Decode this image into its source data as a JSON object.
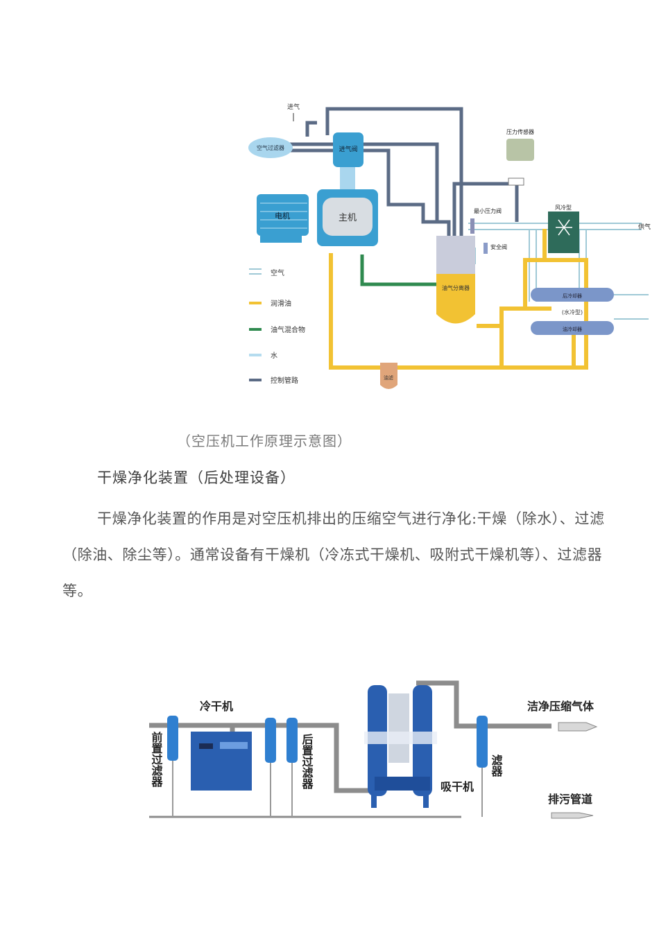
{
  "figure1": {
    "labels": {
      "intake": "进气",
      "air_filter": "空气过滤器",
      "intake_valve": "进气阀",
      "motor": "电机",
      "main_unit": "主机",
      "pressure_sensor": "压力传感器",
      "min_pressure_valve": "最小压力阀",
      "safety_valve": "安全阀",
      "separator": "油气分离器",
      "air_cooled": "风冷型",
      "supply_air": "供气",
      "after_cooler": "后冷却器",
      "water_cooled": "(水冷型)",
      "oil_cooler": "油冷却器",
      "oil_filter": "油滤"
    },
    "legend": [
      {
        "label": "空气",
        "color": "#9fc9d6",
        "style": "double"
      },
      {
        "label": "润滑油",
        "color": "#f2c233",
        "style": "solid"
      },
      {
        "label": "油气混合物",
        "color": "#2f8a4f",
        "style": "solid"
      },
      {
        "label": "水",
        "color": "#b5dcef",
        "style": "solid"
      },
      {
        "label": "控制管路",
        "color": "#5b6b85",
        "style": "solid"
      }
    ],
    "colors": {
      "control": "#5b6b85",
      "oil": "#f2c233",
      "mix": "#2f8a4f",
      "air": "#9fc9d6",
      "unit_blue": "#3a9fd1",
      "cooler_blue": "#7b96c9",
      "fan_green": "#2e6b5a",
      "sensor": "#b8c4a6",
      "oil_filter": "#e0a57a"
    }
  },
  "caption": "（空压机工作原理示意图）",
  "section_heading": "干燥净化装置（后处理设备）",
  "paragraph": "干燥净化装置的作用是对空压机排出的压缩空气进行净化:干燥（除水）、过滤（除油、除尘等）。通常设备有干燥机（冷冻式干燥机、吸附式干燥机等）、过滤器等。",
  "figure2": {
    "labels": {
      "pre_filter": "前置过滤器",
      "refrigerated_dryer": "冷干机",
      "post_filter": "后置过滤器",
      "adsorption_dryer": "吸干机",
      "final_filter_visible": "滤器",
      "clean_air": "洁净压缩气体",
      "drain": "排污管道"
    },
    "colors": {
      "pipe": "#8c8c8c",
      "filter": "#2f7fd0",
      "dryer": "#2a5fb0"
    }
  }
}
